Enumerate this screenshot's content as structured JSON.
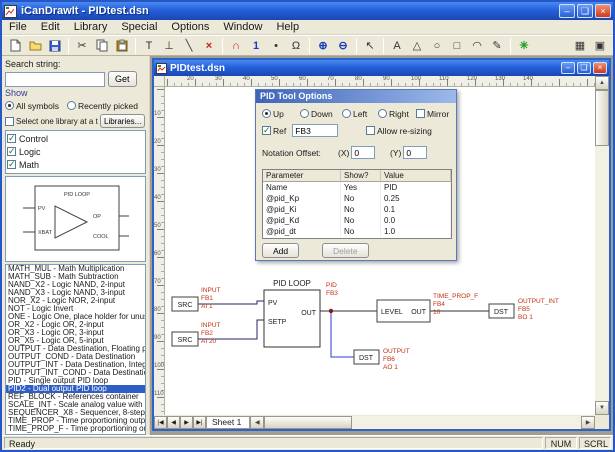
{
  "titlebar": {
    "title": "iCanDrawIt - PIDtest.dsn",
    "controls": {
      "min": "–",
      "max": "❑",
      "close": "×"
    }
  },
  "menu": {
    "items": [
      "File",
      "Edit",
      "Library",
      "Special",
      "Options",
      "Window",
      "Help"
    ]
  },
  "toolbar": {
    "glyphs": {
      "cut": "✂",
      "text_tool": "T",
      "perp": "⊥",
      "line": "╲",
      "delete": "×",
      "magnet": "∩",
      "one": "1",
      "dot": "•",
      "omega": "Ω",
      "zoom_in": "⊕",
      "zoom_out": "⊖",
      "pointer": "↖",
      "letter": "A",
      "triangle": "△",
      "circle": "○",
      "rect": "□",
      "arc": "◠",
      "pen": "✎",
      "star": "✳",
      "grid": "▦",
      "layers": "▣"
    }
  },
  "sidebar": {
    "search_label": "Search string:",
    "search_value": "",
    "get_button": "Get",
    "show_label": "Show",
    "radio_all": "All symbols",
    "radio_recent": "Recently picked",
    "one_library_label": "Select one library at a time",
    "libraries_button": "Libraries...",
    "libraries": [
      "Control",
      "Logic",
      "Math"
    ],
    "preview": {
      "title": "PID LOOP",
      "pin_pv": "PV",
      "pin_xbat": "XBAT",
      "pin_cool": "COOL",
      "pin_op": "OP"
    },
    "symbols": [
      "MATH_MUL - Math Multiplication",
      "MATH_SUB - Math Subtraction",
      "NAND_X2 - Logic NAND, 2-input",
      "NAND_X3 - Logic NAND, 3-input",
      "NOR_X2 - Logic NOR, 2-input",
      "NOT - Logic Invert",
      "ONE - Logic One, place holder for unuse",
      "OR_X2 - Logic OR, 2-input",
      "OR_X3 - Logic OR, 3-input",
      "OR_X5 - Logic OR, 5-input",
      "OUTPUT - Data Destination, Floating po",
      "OUTPUT_COND - Data Destination",
      "OUTPUT_INT - Data Destination, Intege",
      "OUTPUT_INT_COND - Data Destinatio",
      "PID - Single output PID loop",
      "PID2 - Dual output PID loop",
      "REF_BLOCK - References container",
      "SCALE_INT - Scale analog value with th",
      "SEQUENCER_X8 - Sequencer, 8-step",
      "TIME_PROP - Time proportioning output",
      "TIME_PROP_F - Time proportioning outp"
    ]
  },
  "document": {
    "title": "PIDtest.dsn",
    "ruler_h": [
      "20",
      "30",
      "40",
      "50",
      "60",
      "70",
      "80",
      "90",
      "100",
      "110",
      "120",
      "130",
      "140"
    ],
    "ruler_v": [
      "10",
      "20",
      "30",
      "40",
      "50",
      "60",
      "70",
      "80",
      "90",
      "100",
      "110"
    ],
    "nav": [
      "|◀",
      "◀",
      "▶",
      "▶|"
    ],
    "sheet_tab": "Sheet 1"
  },
  "dialog": {
    "title": "PID Tool Options",
    "dir_options": [
      "Up",
      "Down",
      "Left",
      "Right"
    ],
    "selected_dir": "Up",
    "mirror": "Mirror",
    "ref": "Ref",
    "ref_value": "FB3",
    "allow_resizing": "Allow re-sizing",
    "notation_offset": "Notation Offset:",
    "x_label": "(X)",
    "x_value": "0",
    "y_label": "(Y)",
    "y_value": "0",
    "table": {
      "headers": [
        "Parameter",
        "Show?",
        "Value"
      ],
      "rows": [
        {
          "param": "Name",
          "show": "Yes",
          "value": "PID"
        },
        {
          "param": "@pid_Kp",
          "show": "No",
          "value": "0.25"
        },
        {
          "param": "@pid_Ki",
          "show": "No",
          "value": "0.1"
        },
        {
          "param": "@pid_Kd",
          "show": "No",
          "value": "0.0"
        },
        {
          "param": "@pid_dt",
          "show": "No",
          "value": "1.0"
        }
      ]
    },
    "add": "Add",
    "delete": "Delete"
  },
  "drawing": {
    "pid_block": {
      "title": "PID LOOP",
      "pv": "PV",
      "setp": "SETP",
      "out": "OUT",
      "tag": "PID",
      "ref": "FB3"
    },
    "src1": {
      "label": "SRC",
      "l1": "INPUT",
      "l2": "FB1",
      "l3": "AI 1"
    },
    "src2": {
      "label": "SRC",
      "l1": "INPUT",
      "l2": "FB2",
      "l3": "AI 20"
    },
    "level_block": {
      "label": "LEVEL",
      "out": "OUT",
      "l1": "TIME_PROP_F",
      "l2": "FB4",
      "l3": "10"
    },
    "dst1": {
      "label": "DST",
      "l1": "OUTPUT_INT",
      "l2": "FB5",
      "l3": "BO 1"
    },
    "dst2": {
      "label": "DST",
      "l1": "OUTPUT",
      "l2": "FB6",
      "l3": "AO 1"
    }
  },
  "statusbar": {
    "ready": "Ready",
    "num": "NUM",
    "scrl": "SCRL"
  }
}
